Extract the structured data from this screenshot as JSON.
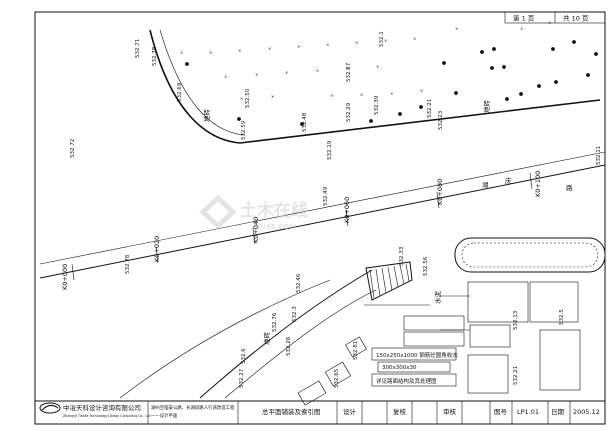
{
  "sheet": {
    "page_label": "第 1 页",
    "total_label": "共 10 页"
  },
  "title_block": {
    "company_name": "中冶天科设计咨询有限公司",
    "company_name_en": "Zhongye Tianke Technology Design Consulting Co., Ltd",
    "project_line1": "湖州至临安公路、长湖段路人行道改造工程",
    "project_line2": "——设计平面",
    "drawing_title": "总平面铺装及索引图",
    "design_label": "设计",
    "review_label": "复核",
    "audit_label": "审核",
    "drawing_no_label": "图号",
    "drawing_no": "LP1.01",
    "date_label": "日期",
    "date": "2005.12"
  },
  "plan": {
    "brick_labels": [
      "地砖",
      "地砖",
      "地砖"
    ],
    "cement_label": "水泥",
    "road_name_chars": [
      "湖",
      "庆",
      "路"
    ],
    "chainages": [
      "K0+000",
      "K0+020",
      "K0+040",
      "K0+060",
      "K0+080",
      "K0+100"
    ],
    "elevations": [
      "532.71",
      "532.78",
      "532.69",
      "532.72",
      "532.59",
      "532.50",
      "532.48",
      "532.19",
      "532.29",
      "532.39",
      "532.27",
      "532.21",
      "532.23",
      "532.1",
      "532.11",
      "532.49",
      "532.33",
      "532.56",
      "532.46",
      "532.78",
      "532.76",
      "532.6",
      "532.26",
      "532.3",
      "532.27",
      "532.65",
      "532.81",
      "532.21",
      "532.13",
      "532.5"
    ],
    "notes": [
      "150x250x1000 钢筋砼圆角收水",
      "300x300x30",
      "详见路面结构及其处理图"
    ],
    "watermark": "土木在线",
    "watermark_url": "COI88.COM"
  },
  "colors": {
    "ink": "#111111",
    "watermark": "#cfcfcf",
    "hatch": "#333333"
  }
}
